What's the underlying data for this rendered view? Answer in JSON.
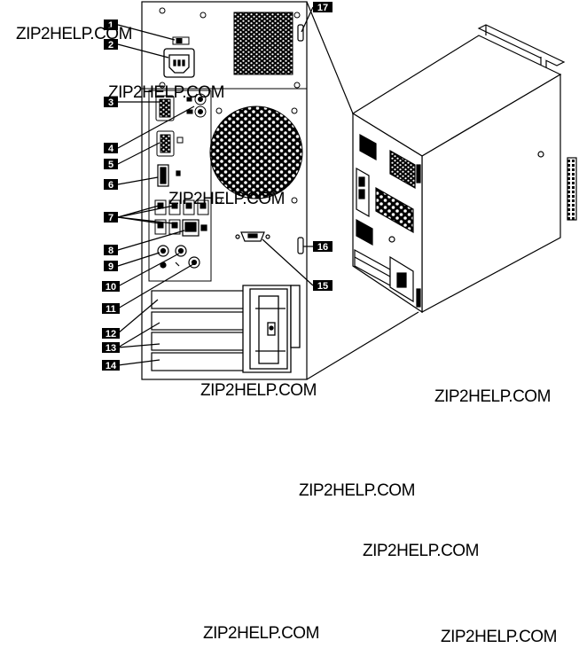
{
  "watermark": "ZIP2HELP.COM",
  "callouts": [
    "1",
    "2",
    "3",
    "4",
    "5",
    "6",
    "7",
    "8",
    "9",
    "10",
    "11",
    "12",
    "13",
    "14",
    "15",
    "16",
    "17"
  ]
}
